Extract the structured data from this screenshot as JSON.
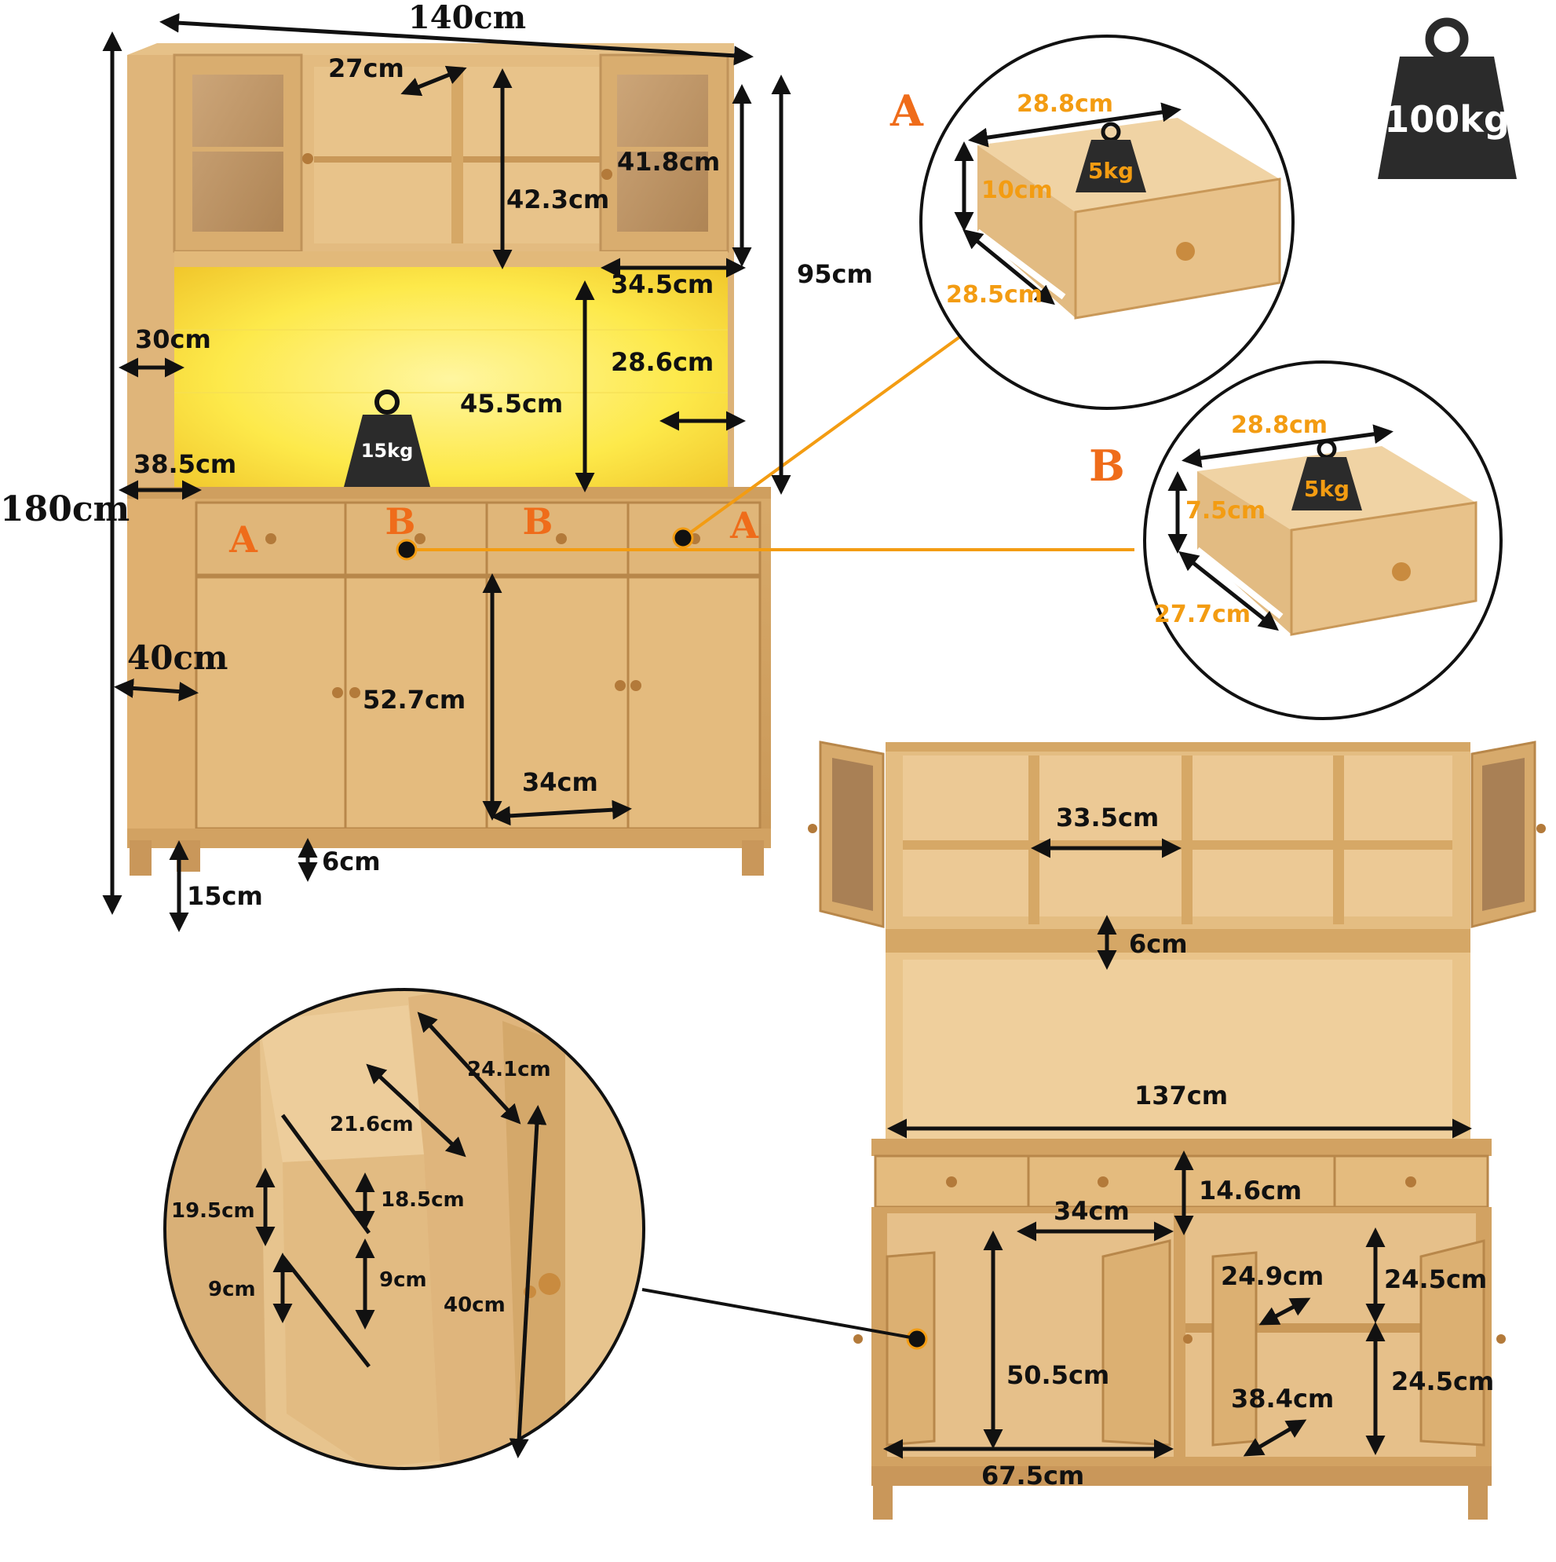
{
  "overall": {
    "width": "140cm",
    "height": "180cm",
    "upper_height": "95cm",
    "top_shelf_depth": "27cm",
    "upper_side_depth": "30cm",
    "counter_depth": "38.5cm",
    "lower_depth": "40cm",
    "plinth_height": "6cm",
    "leg_height": "15cm"
  },
  "upper_cabinet": {
    "open_cell_height": "42.3cm",
    "glass_door_height": "41.8cm",
    "glass_door_width": "34.5cm",
    "hutch_height": "45.5cm",
    "hutch_side_depth": "28.6cm",
    "hutch_load": "15kg"
  },
  "lower_cabinet": {
    "door_height": "52.7cm",
    "door_width": "34cm"
  },
  "drawer_letters": [
    "A",
    "B",
    "B",
    "A"
  ],
  "drawer_a": {
    "letter": "A",
    "width": "28.8cm",
    "height": "10cm",
    "depth": "28.5cm",
    "load": "5kg"
  },
  "drawer_b": {
    "letter": "B",
    "width": "28.8cm",
    "height": "7.5cm",
    "depth": "27.7cm",
    "load": "5kg"
  },
  "max_load": "100kg",
  "open_view": {
    "cell_width": "33.5cm",
    "shelf_thickness": "6cm",
    "inner_width": "137cm",
    "drawer_height": "14.6cm",
    "drawer_width": "34cm",
    "left_cavity_height": "50.5cm",
    "left_cavity_width": "67.5cm",
    "right_shelf_depth": "24.9cm",
    "right_upper_height": "24.5cm",
    "right_lower_height": "24.5cm",
    "right_lower_depth": "38.4cm"
  },
  "door_detail": {
    "panel_depth": "24.1cm",
    "rack_width": "21.6cm",
    "upper_rack_height": "19.5cm",
    "upper_rack_gap": "18.5cm",
    "lower_rack_height": "9cm",
    "lower_rack_gap": "9cm",
    "door_height": "40cm"
  },
  "colors": {
    "wood_light": "#ecc98f",
    "wood_mid": "#dcae6e",
    "wood_dark": "#b98a4e",
    "glow": "#fff04a",
    "accent_orange": "#f39c12",
    "letter_orange": "#ef6c1a",
    "weight_icon": "#333333"
  }
}
